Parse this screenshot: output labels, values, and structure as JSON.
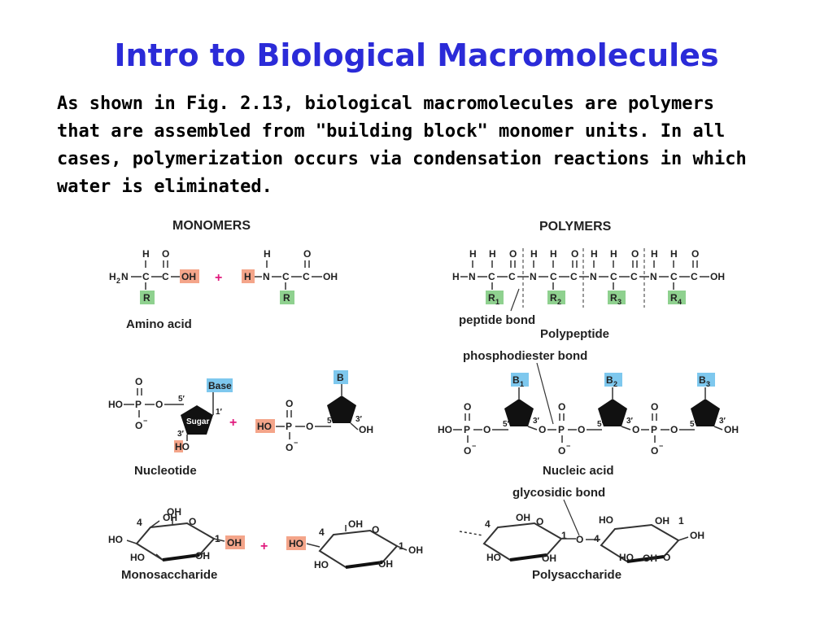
{
  "slide": {
    "title": "Intro to Biological Macromolecules",
    "paragraph_lines": [
      "As shown in Fig. 2.13, biological macromolecules are polymers",
      "that are assembled from \"building block\" monomer units. In all",
      "cases, polymerization occurs via condensation reactions in which",
      "water is eliminated."
    ]
  },
  "figure": {
    "monomers_header": "MONOMERS",
    "polymers_header": "POLYMERS",
    "plus": "+",
    "amino_acid_label": "Amino acid",
    "nucleotide_label": "Nucleotide",
    "monosaccharide_label": "Monosaccharide",
    "polypeptide_label": "Polypeptide",
    "nucleic_acid_label": "Nucleic acid",
    "polysaccharide_label": "Polysaccharide",
    "peptide_bond_label": "peptide bond",
    "phosphodiester_bond_label": "phosphodiester bond",
    "glycosidic_bond_label": "glycosidic bond",
    "base_label": "Base",
    "sugar_label": "Sugar",
    "b": "B",
    "b1": "B",
    "b2": "B",
    "b3": "B",
    "r": "R",
    "r1": "R",
    "r2": "R",
    "r3": "R",
    "r4": "R",
    "colors": {
      "title": "#2b2bd8",
      "plus": "#e0197d",
      "highlight_red": "#f4a58a",
      "highlight_green": "#8fd18f",
      "highlight_blue": "#7ec8ee"
    }
  }
}
